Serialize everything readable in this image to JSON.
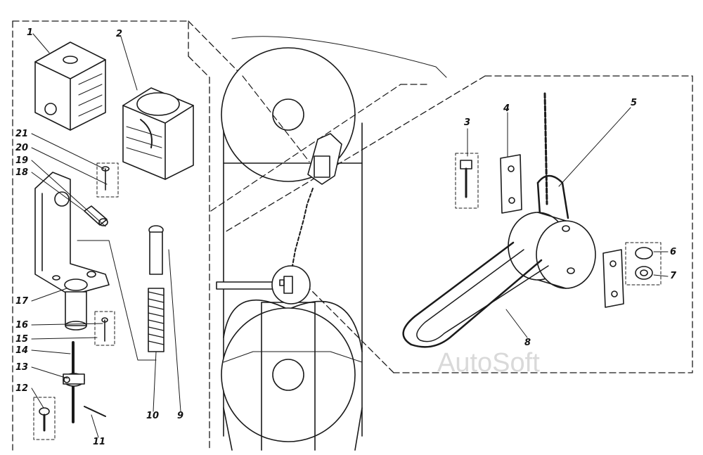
{
  "diagram": {
    "part_numbers": [
      "1",
      "2",
      "3",
      "4",
      "5",
      "6",
      "7",
      "8",
      "9",
      "10",
      "11",
      "12",
      "13",
      "14",
      "15",
      "16",
      "17",
      "18",
      "19",
      "20",
      "21"
    ],
    "watermark": "AutoSoft",
    "colors": {
      "ink": "#1a1a1a",
      "paper": "#ffffff",
      "watermark": "#d9d9d9"
    }
  }
}
